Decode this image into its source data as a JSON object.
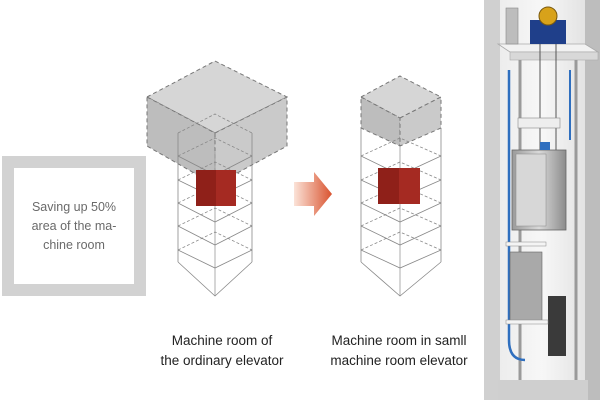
{
  "callout": {
    "line1": "Saving up 50%",
    "line2": "area of the ma-",
    "line3": "chine room"
  },
  "captions": {
    "left_line1": "Machine room of",
    "left_line2": "the ordinary elevator",
    "right_line1": "Machine room in samll",
    "right_line2": "machine room elevator"
  },
  "colors": {
    "machine_block": "#a52a22",
    "machine_room": "#cfcfcf",
    "arrow": "#e0603a",
    "callout_border": "#d2d2d2"
  }
}
